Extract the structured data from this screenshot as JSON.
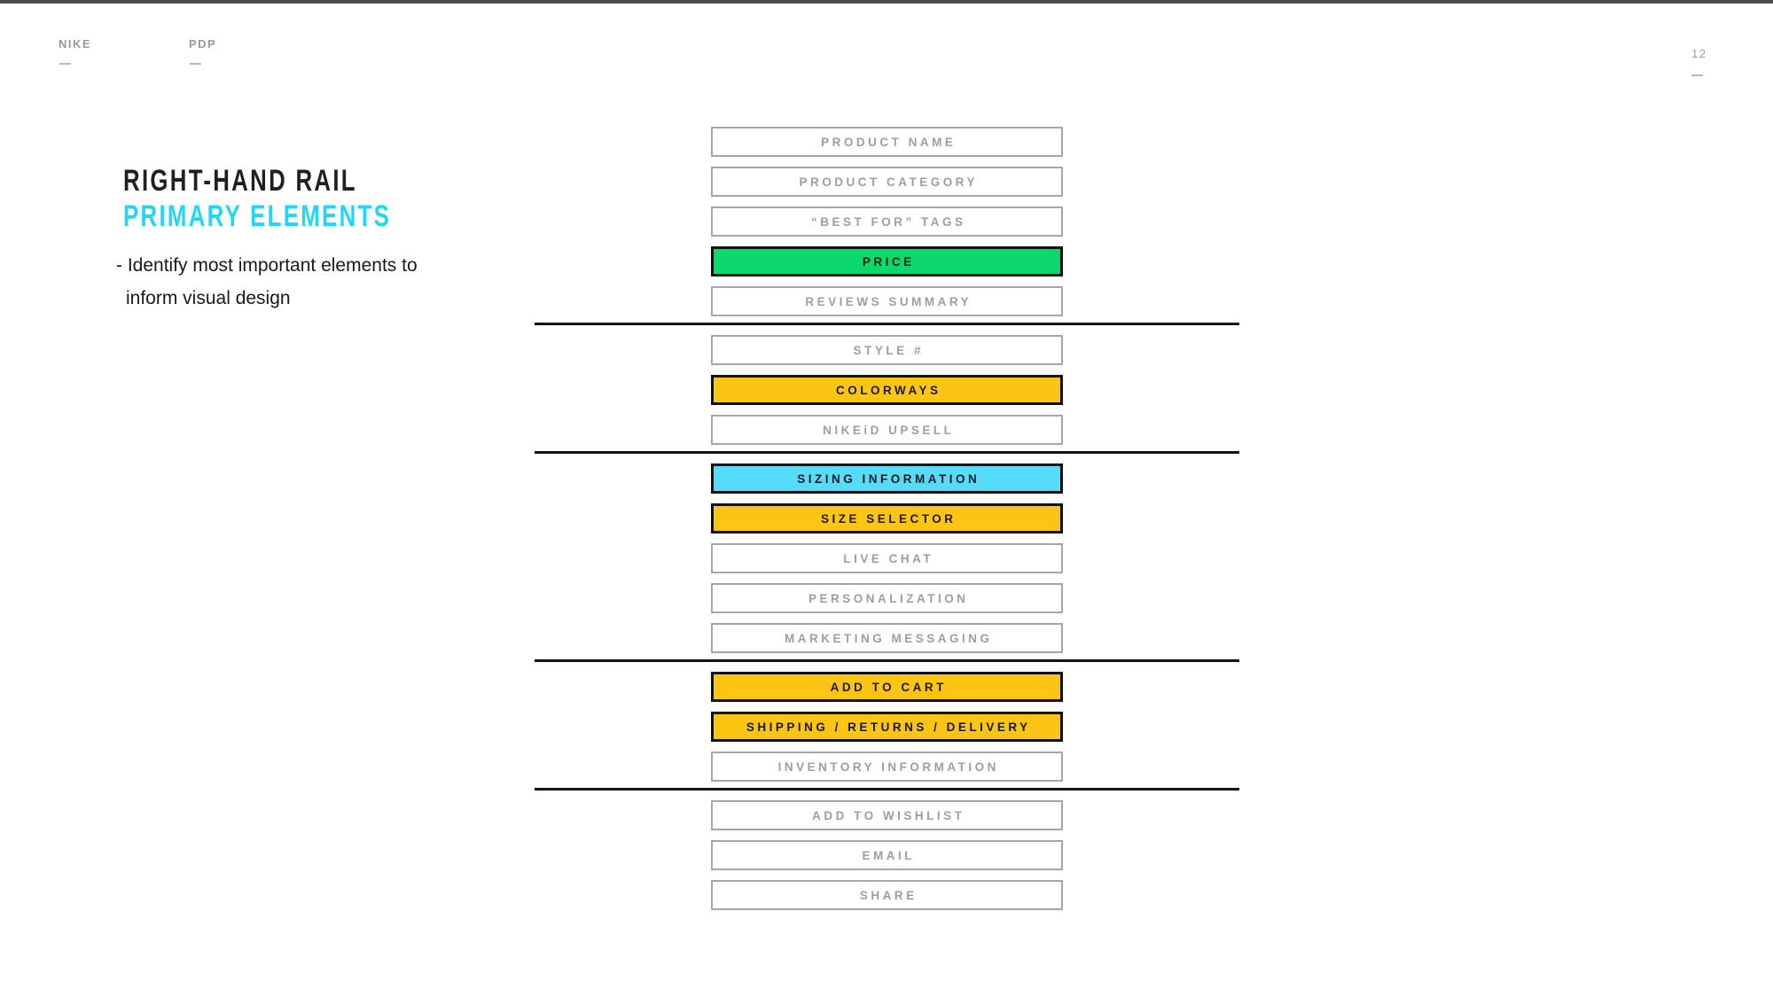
{
  "colors": {
    "accent_green": "#0BD96E",
    "accent_yellow": "#FCC513",
    "accent_cyan": "#55DCFA",
    "title_cyan": "#22D6F5",
    "outline_gray": "#A6A6A6",
    "label_gray": "#9E9E9E",
    "ink_black": "#1A1A1A",
    "divider_black": "#121212"
  },
  "header": {
    "brand": "NIKE",
    "project": "PDP",
    "page_number": "12"
  },
  "intro": {
    "title_line1": "RIGHT-HAND RAIL",
    "title_line2": "PRIMARY ELEMENTS",
    "bullet_line1": "- Identify most important elements to",
    "bullet_line2": "inform visual design"
  },
  "rail": {
    "groups": [
      {
        "items": [
          {
            "label": "PRODUCT NAME",
            "style": "outline"
          },
          {
            "label": "PRODUCT CATEGORY",
            "style": "outline"
          },
          {
            "label": "“BEST FOR” TAGS",
            "style": "outline"
          },
          {
            "label": "PRICE",
            "style": "green"
          },
          {
            "label": "REVIEWS SUMMARY",
            "style": "outline"
          }
        ]
      },
      {
        "items": [
          {
            "label": "STYLE #",
            "style": "outline"
          },
          {
            "label": "COLORWAYS",
            "style": "yellow"
          },
          {
            "label": "NIKEiD UPSELL",
            "style": "outline"
          }
        ]
      },
      {
        "items": [
          {
            "label": "SIZING INFORMATION",
            "style": "cyan"
          },
          {
            "label": "SIZE SELECTOR",
            "style": "yellow"
          },
          {
            "label": "LIVE CHAT",
            "style": "outline"
          },
          {
            "label": "PERSONALIZATION",
            "style": "outline"
          },
          {
            "label": "MARKETING MESSAGING",
            "style": "outline"
          }
        ]
      },
      {
        "items": [
          {
            "label": "ADD TO CART",
            "style": "yellow"
          },
          {
            "label": "SHIPPING / RETURNS / DELIVERY",
            "style": "yellow"
          },
          {
            "label": "INVENTORY INFORMATION",
            "style": "outline"
          }
        ]
      },
      {
        "items": [
          {
            "label": "ADD TO WISHLIST",
            "style": "outline"
          },
          {
            "label": "EMAIL",
            "style": "outline"
          },
          {
            "label": "SHARE",
            "style": "outline"
          }
        ]
      }
    ]
  }
}
